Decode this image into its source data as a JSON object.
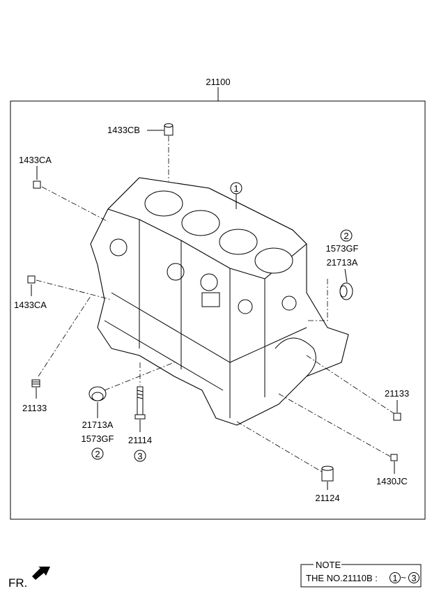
{
  "diagram": {
    "assembly_label": "21100",
    "callouts": {
      "c1433CB": "1433CB",
      "c1433CA_top": "1433CA",
      "c1433CA_mid": "1433CA",
      "ref1_block": "1",
      "ref2_right": "2",
      "c1573GF_right": "1573GF",
      "c21713A_right": "21713A",
      "c21133_left": "21133",
      "c21713A_left": "21713A",
      "c1573GF_left": "1573GF",
      "ref2_left": "2",
      "c21114": "21114",
      "ref3": "3",
      "c21133_right": "21133",
      "c1430JC": "1430JC",
      "c21124": "21124"
    },
    "note": {
      "title": "NOTE",
      "text": "THE NO.21110B :",
      "range_from": "1",
      "range_sep": "~",
      "range_to": "3"
    },
    "front_label": "FR."
  }
}
